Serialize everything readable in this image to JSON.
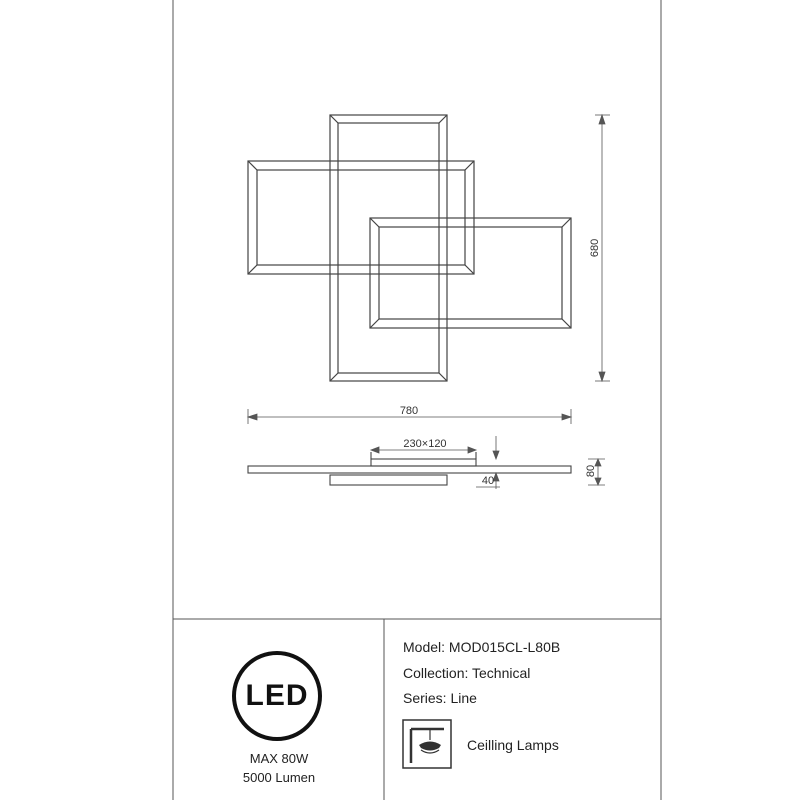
{
  "dimensions": {
    "width": "780",
    "height": "680",
    "module": "230×120",
    "thickness": "80",
    "panel_depth": "40"
  },
  "led_badge": {
    "text": "LED"
  },
  "specs": {
    "power": "MAX 80W",
    "lumen": "5000 Lumen"
  },
  "product": {
    "model_label": "Model: ",
    "model": "MOD015CL-L80B",
    "collection_label": "Collection: ",
    "collection": "Technical",
    "series_label": "Series: ",
    "series": "Line"
  },
  "category": {
    "icon": "ceiling-lamp-icon",
    "label": "Ceilling Lamps"
  }
}
